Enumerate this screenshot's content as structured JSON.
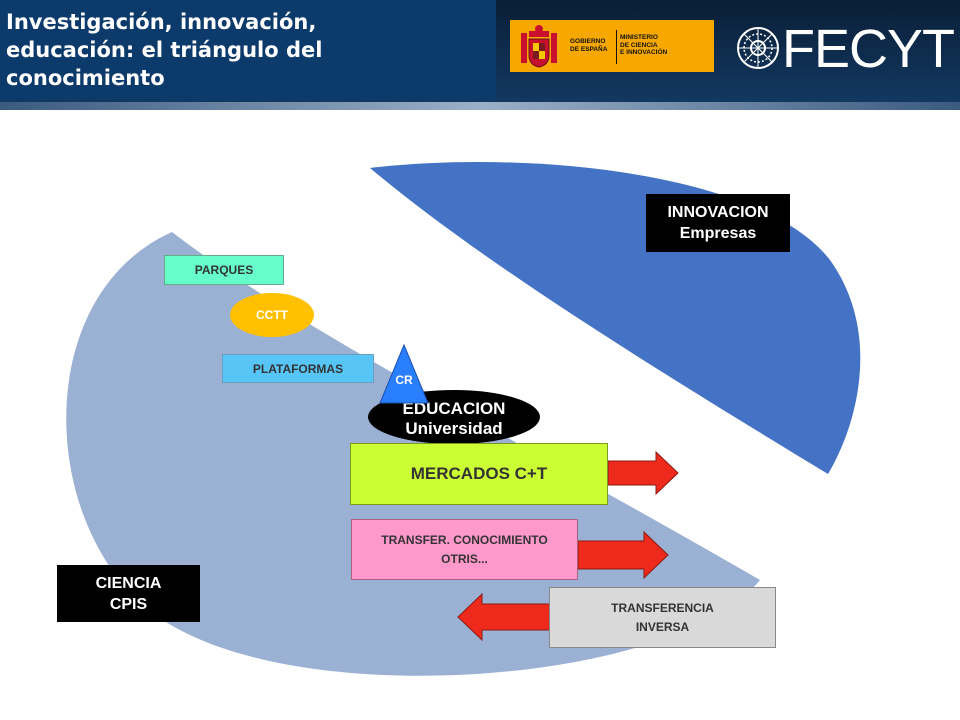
{
  "header": {
    "title_lines": [
      "Investigación, innovación,",
      "educación: el triángulo del",
      "conocimiento"
    ],
    "gov_logo": {
      "left_lines": [
        "GOBIERNO",
        "DE ESPAÑA"
      ],
      "right_lines": [
        "MINISTERIO",
        "DE CIENCIA",
        "E INNOVACIÓN"
      ]
    },
    "brand": "FECYT"
  },
  "diagram": {
    "innovacion": [
      "INNOVACION",
      "Empresas"
    ],
    "ciencia": [
      "CIENCIA",
      "CPIS"
    ],
    "educacion": [
      "EDUCACION",
      "Universidad"
    ],
    "parques": "PARQUES",
    "cctt": "CCTT",
    "plataformas": "PLATAFORMAS",
    "cr": "CR",
    "mercados": "MERCADOS C+T",
    "transfer_conocimiento": [
      "TRANSFER. CONOCIMIENTO",
      "OTRIS..."
    ],
    "transferencia_inversa": [
      "TRANSFERENCIA",
      "INVERSA"
    ]
  },
  "colors": {
    "ellipse_light": "#9bb1d3",
    "ellipse_dark": "#4472c4",
    "arrow": "#ee2a1c",
    "parques": "#66ffcc",
    "cctt": "#ffc000",
    "plataformas": "#57c6f7",
    "cr": "#2a7fff",
    "mercados": "#ccff33",
    "transfer": "#ff99cc",
    "inversa": "#d9d9d9"
  }
}
